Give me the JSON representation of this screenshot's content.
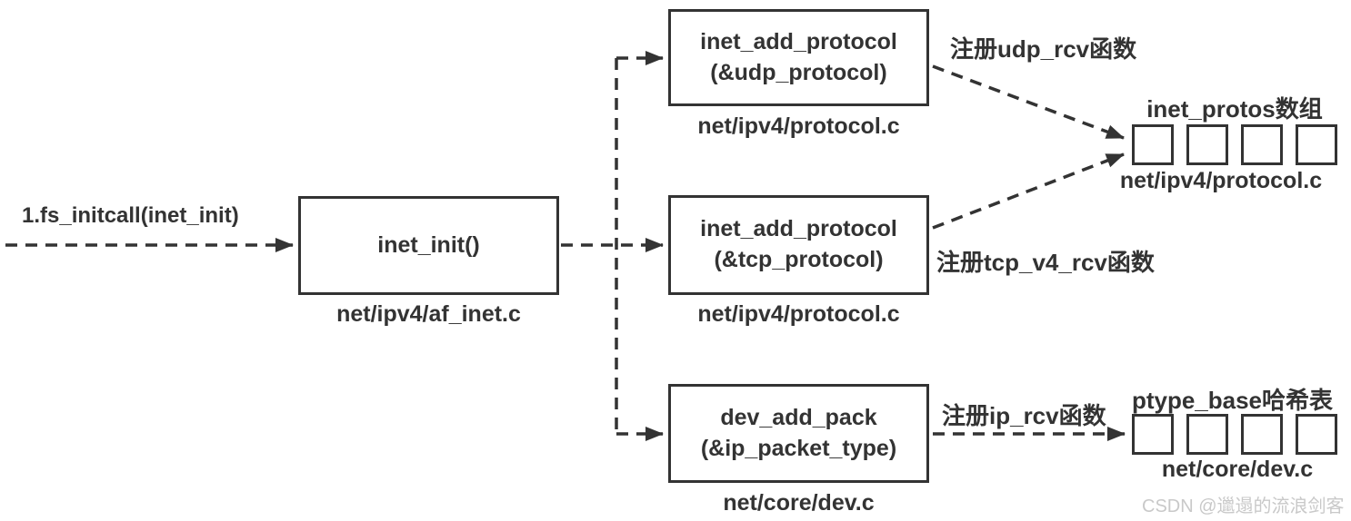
{
  "diagram": {
    "entry_label": "1.fs_initcall(inet_init)",
    "nodes": {
      "inet_init": {
        "title": "inet_init()",
        "file": "net/ipv4/af_inet.c"
      },
      "udp": {
        "line1": "inet_add_protocol",
        "line2": "(&udp_protocol)",
        "file": "net/ipv4/protocol.c"
      },
      "tcp": {
        "line1": "inet_add_protocol",
        "line2": "(&tcp_protocol)",
        "file": "net/ipv4/protocol.c"
      },
      "dev": {
        "line1": "dev_add_pack",
        "line2": "(&ip_packet_type)",
        "file": "net/core/dev.c"
      }
    },
    "annotations": {
      "udp": "注册udp_rcv函数",
      "tcp": "注册tcp_v4_rcv函数",
      "ip": "注册ip_rcv函数"
    },
    "arrays": {
      "inet_protos": {
        "title": "inet_protos数组",
        "file": "net/ipv4/protocol.c",
        "cells": 4
      },
      "ptype_base": {
        "title": "ptype_base哈希表",
        "file": "net/core/dev.c",
        "cells": 4
      }
    },
    "watermark": "CSDN @邋遢的流浪剑客",
    "colors": {
      "stroke": "#333333",
      "text": "#333333",
      "watermark": "#c9c9c9",
      "background": "#ffffff"
    }
  }
}
